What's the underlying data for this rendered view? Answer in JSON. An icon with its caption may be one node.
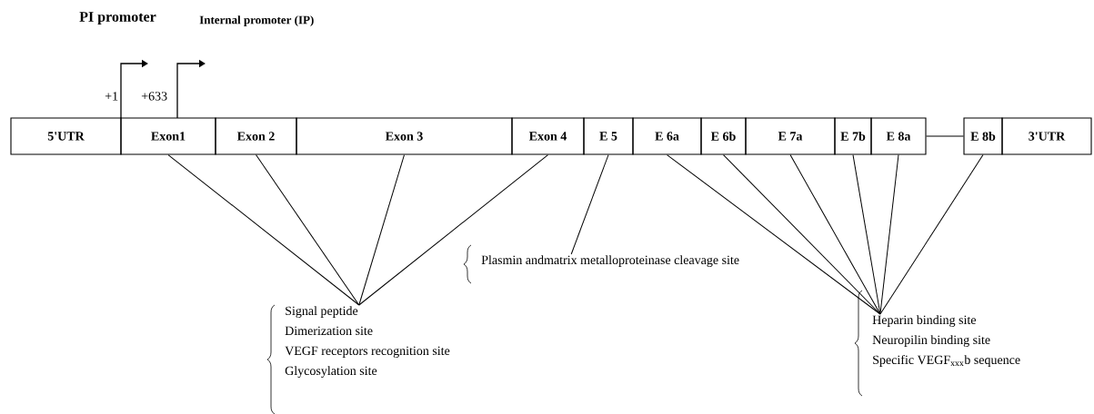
{
  "diagram": {
    "nodes": [
      {
        "text": [
          "5'UTR"
        ]
      },
      {
        "text": [
          "Exon1"
        ]
      },
      {
        "text": [
          "Exon 2"
        ]
      },
      {
        "text": [
          "Exon 3"
        ]
      },
      {
        "text": [
          "Exon 4"
        ]
      },
      {
        "text": [
          "E 5"
        ]
      },
      {
        "text": [
          "E 6a"
        ]
      },
      {
        "text": [
          "E 6b"
        ]
      },
      {
        "text": [
          "E 7a"
        ]
      },
      {
        "text": [
          "E 7b"
        ]
      },
      {
        "text": [
          "E 8a"
        ]
      },
      {
        "text": [
          "E 8b"
        ]
      },
      {
        "text": [
          "3'UTR"
        ]
      },
      {
        "text": [
          "Signal peptide",
          "Dimerization site",
          "VEGF receptors recognition site",
          "Glycosylation site"
        ]
      },
      {
        "text": [
          "Plasmin andmatrix metalloproteinase cleavage site"
        ]
      },
      {
        "text": [
          "Heparin binding site",
          "Neuropilin binding site",
          "Specific VEGF$_{xxx}$b sequence"
        ]
      }
    ],
    "edges": [
      {
        "from": 1,
        "to": 13,
        "arrow": "none"
      },
      {
        "from": 2,
        "to": 13,
        "arrow": "none"
      },
      {
        "from": 3,
        "to": 13,
        "arrow": "none"
      },
      {
        "from": 4,
        "to": 13,
        "arrow": "none"
      },
      {
        "from": 5,
        "to": 14,
        "arrow": "none"
      },
      {
        "from": 6,
        "to": 15,
        "arrow": "none"
      },
      {
        "from": 7,
        "to": 15,
        "arrow": "none"
      },
      {
        "from": 8,
        "to": 15,
        "arrow": "none"
      },
      {
        "from": 9,
        "to": 15,
        "arrow": "none"
      },
      {
        "from": 10,
        "to": 15,
        "arrow": "none"
      },
      {
        "from": 11,
        "to": 15,
        "arrow": "none"
      },
      {
        "from": 10,
        "to": 11,
        "arrow": "none"
      }
    ],
    "labels": [
      "PI promoter",
      "Internal promoter (IP)",
      "+1",
      "+633"
    ]
  }
}
